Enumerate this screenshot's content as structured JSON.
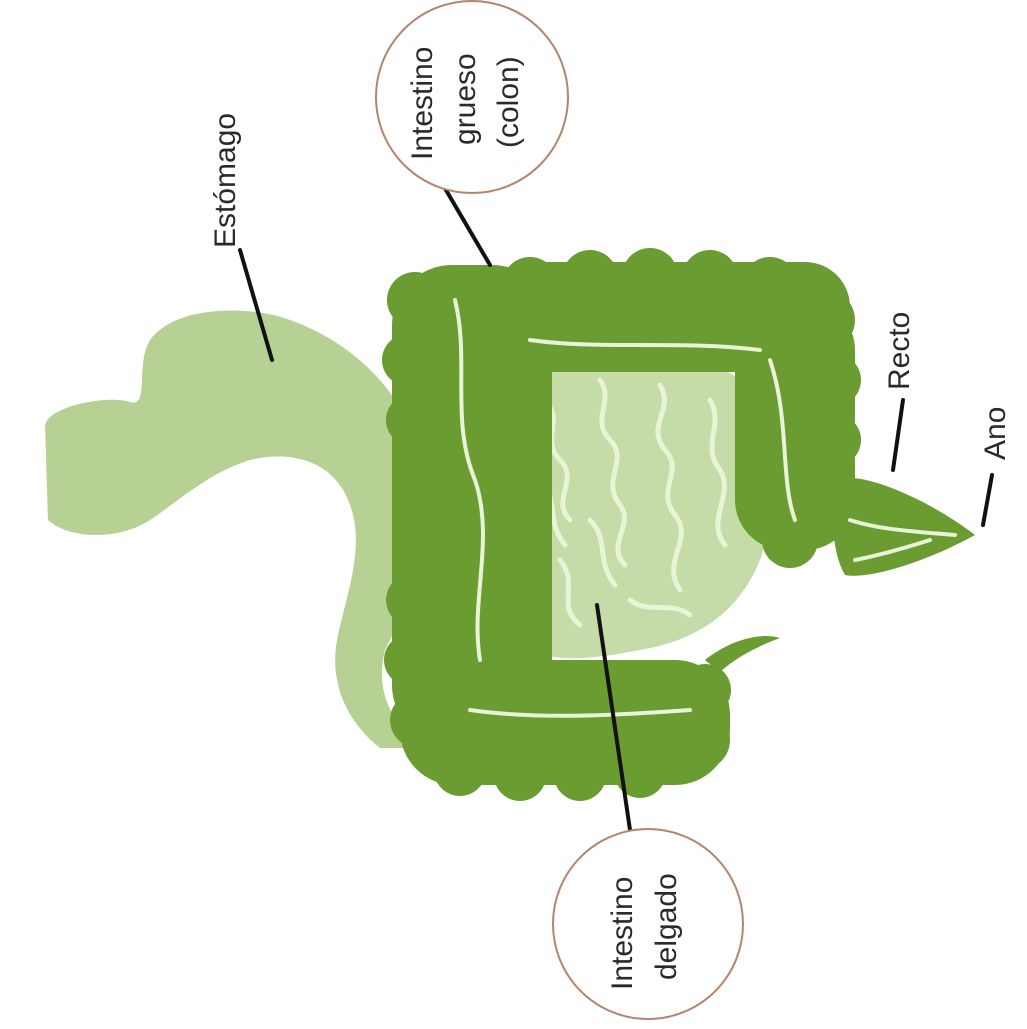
{
  "diagram": {
    "colors": {
      "stomach": "#b7d195",
      "large_intestine": "#6a9c32",
      "small_intestine": "#c5dca8",
      "fold": "#e9f3d6",
      "leader": "#111111",
      "circle_border": "#b5846c"
    },
    "labels": {
      "stomach": "Estómago",
      "large_intestine_1": "Intestino",
      "large_intestine_2": "grueso",
      "large_intestine_3": "(colon)",
      "rectum": "Recto",
      "anus": "Ano",
      "small_intestine_1": "Intestino",
      "small_intestine_2": "delgado"
    }
  }
}
